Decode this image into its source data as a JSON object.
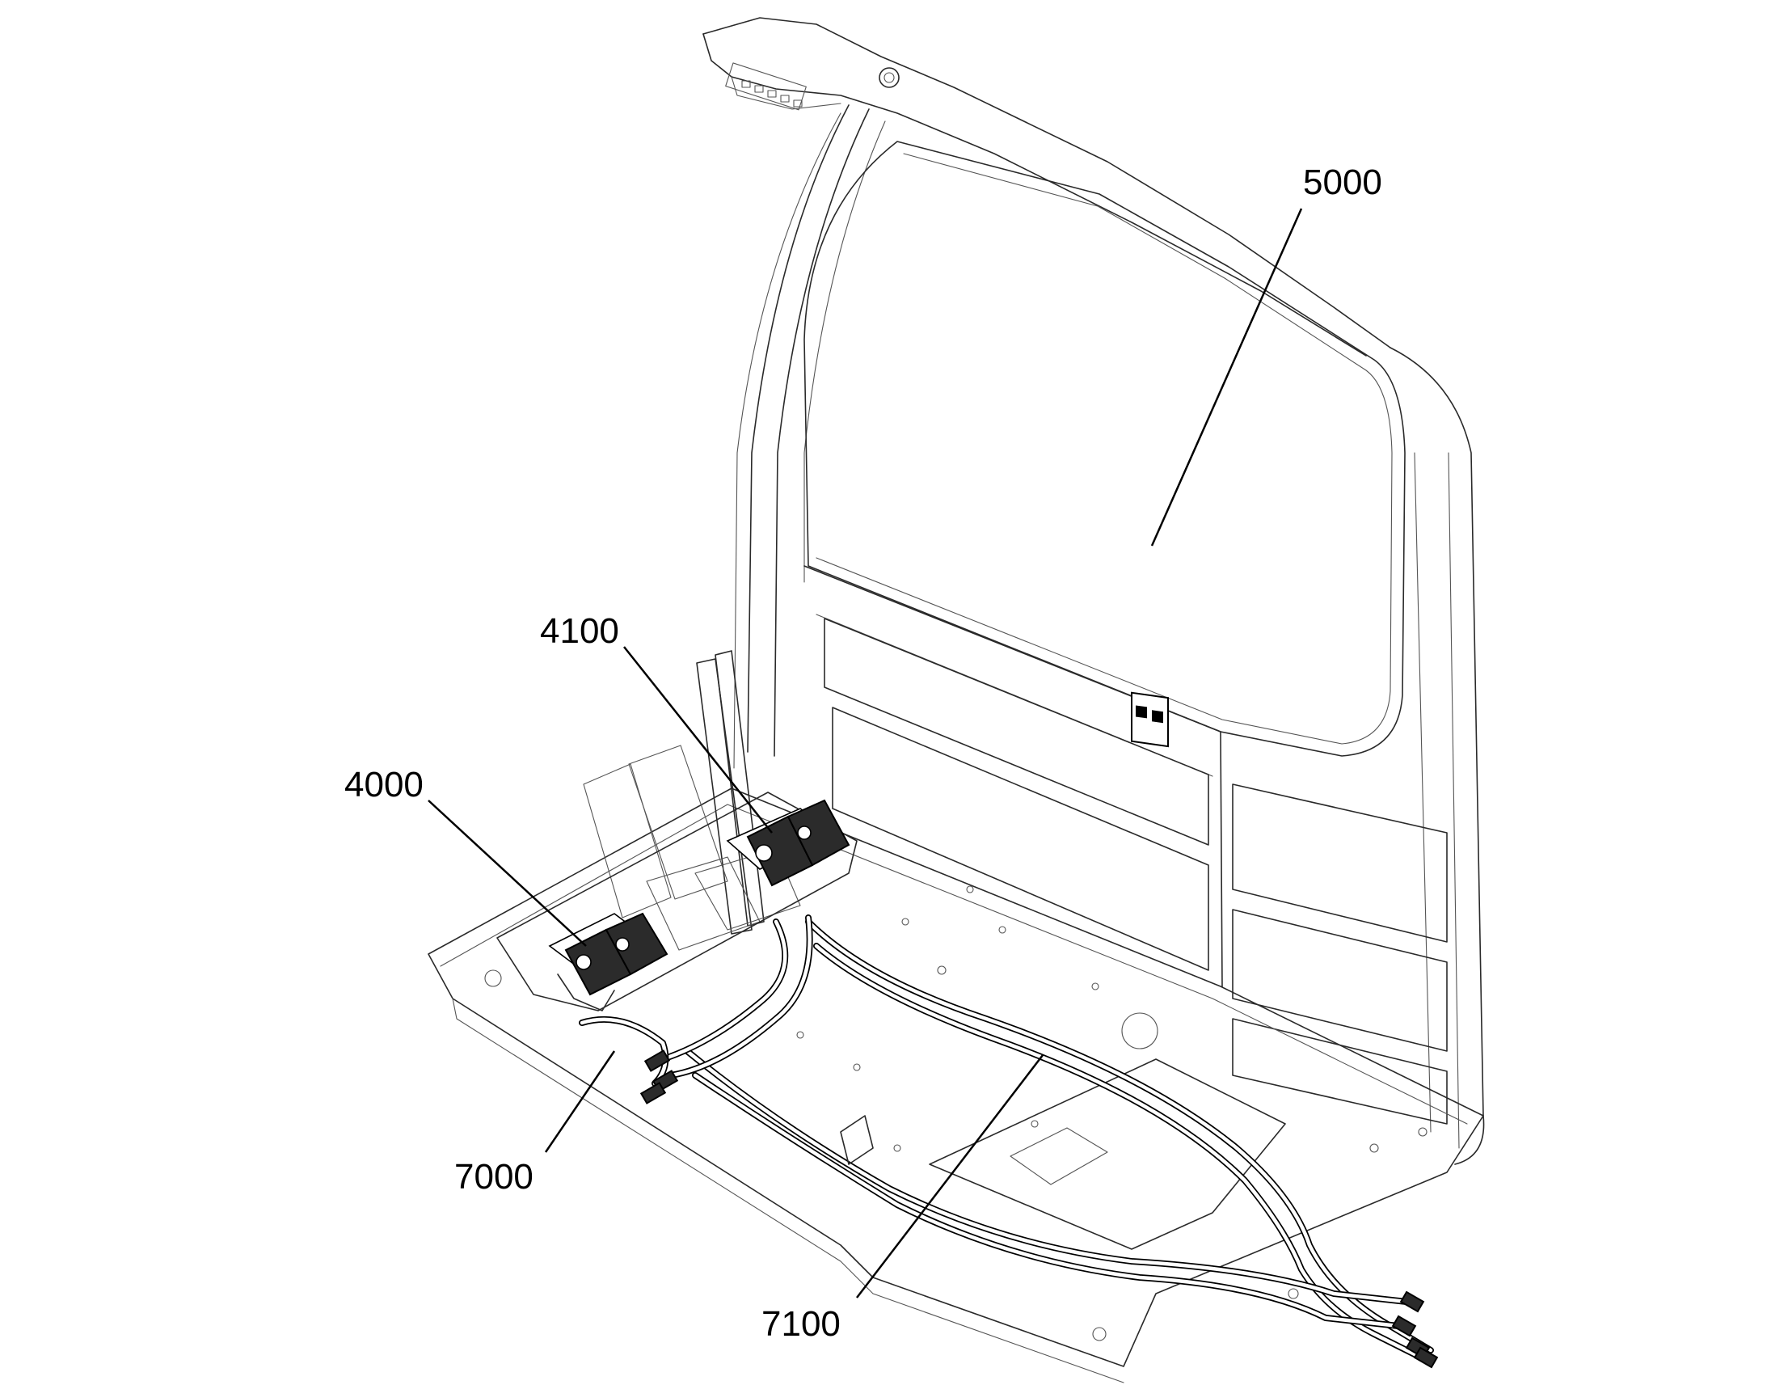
{
  "callouts": [
    {
      "id": "5000",
      "label": "5000"
    },
    {
      "id": "4100",
      "label": "4100"
    },
    {
      "id": "4000",
      "label": "4000"
    },
    {
      "id": "7000",
      "label": "7000"
    },
    {
      "id": "7100",
      "label": "7100"
    }
  ]
}
